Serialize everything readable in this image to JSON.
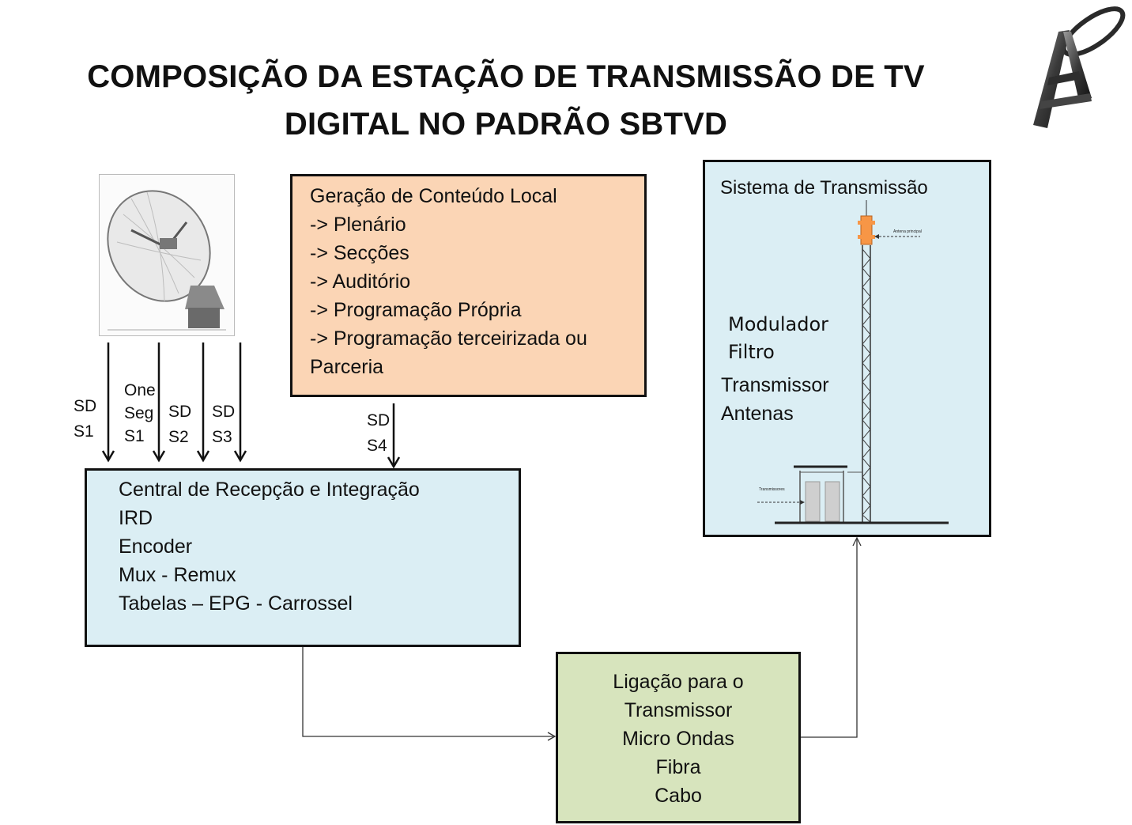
{
  "title": {
    "line1": "COMPOSIÇÃO  DA ESTAÇÃO DE TRANSMISSÃO DE TV",
    "line2": "DIGITAL NO PADRÃO SBTVD"
  },
  "colors": {
    "content_box": "#fbd5b5",
    "blue_box": "#dbeef4",
    "green_box": "#d7e4bd",
    "tower_antenna": "#f79646"
  },
  "content_box": {
    "lines": [
      "Geração de Conteúdo Local",
      "-> Plenário",
      "-> Secções",
      "-> Auditório",
      "-> Programação Própria",
      "-> Programação terceirizada ou",
      "Parceria"
    ]
  },
  "signals": {
    "s1": [
      "SD",
      "S1"
    ],
    "oneseg": [
      "One",
      "Seg",
      "S1"
    ],
    "s2": [
      "SD",
      "S2"
    ],
    "s3": [
      "SD",
      "S3"
    ],
    "s4": [
      "SD",
      "S4"
    ]
  },
  "central_box": {
    "lines": [
      "Central de Recepção e Integração",
      "IRD",
      "Encoder",
      "Mux - Remux",
      "Tabelas – EPG - Carrossel"
    ]
  },
  "link_box": {
    "lines": [
      "Ligação  para o",
      "Transmissor",
      "Micro Ondas",
      "Fibra",
      "Cabo"
    ]
  },
  "transmission_box": {
    "title": "Sistema de Transmissão",
    "items_small": [
      "Modulador",
      "Filtro"
    ],
    "items": [
      "Transmissor",
      "Antenas"
    ],
    "antenna_label": "Antena principal",
    "transmitter_label": "Transmissores"
  },
  "icons": {
    "dish": "satellite-dish-icon",
    "logo": "antenna-a-logo"
  }
}
